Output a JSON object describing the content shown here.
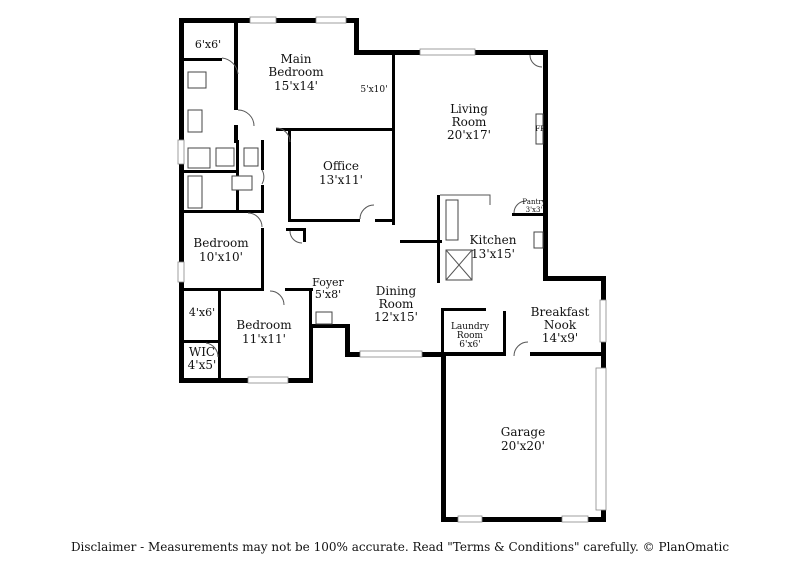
{
  "rooms": {
    "small_closet": {
      "name": "",
      "dims": "6'x6'"
    },
    "main_bedroom": {
      "name": "Main\nBedroom",
      "dims": "15'x14'"
    },
    "main_closet": {
      "name": "",
      "dims": "5'x10'"
    },
    "living_room": {
      "name": "Living\nRoom",
      "dims": "20'x17'"
    },
    "fp": {
      "name": "FP",
      "dims": ""
    },
    "office": {
      "name": "Office",
      "dims": "13'x11'"
    },
    "pantry": {
      "name": "Pantry",
      "dims": "3'x3'"
    },
    "kitchen": {
      "name": "Kitchen",
      "dims": "13'x15'"
    },
    "bedroom_1": {
      "name": "Bedroom",
      "dims": "10'x10'"
    },
    "foyer": {
      "name": "Foyer",
      "dims": "5'x8'"
    },
    "dining_room": {
      "name": "Dining\nRoom",
      "dims": "12'x15'"
    },
    "breakfast_nook": {
      "name": "Breakfast\nNook",
      "dims": "14'x9'"
    },
    "closet_4x6": {
      "name": "",
      "dims": "4'x6'"
    },
    "bedroom_2": {
      "name": "Bedroom",
      "dims": "11'x11'"
    },
    "laundry_room": {
      "name": "Laundry\nRoom",
      "dims": "6'x6'"
    },
    "wic": {
      "name": "WIC",
      "dims": "4'x5'"
    },
    "garage": {
      "name": "Garage",
      "dims": "20'x20'"
    }
  },
  "disclaimer": "Disclaimer - Measurements may not be 100% accurate. Read \"Terms & Conditions\" carefully. © PlanOmatic"
}
